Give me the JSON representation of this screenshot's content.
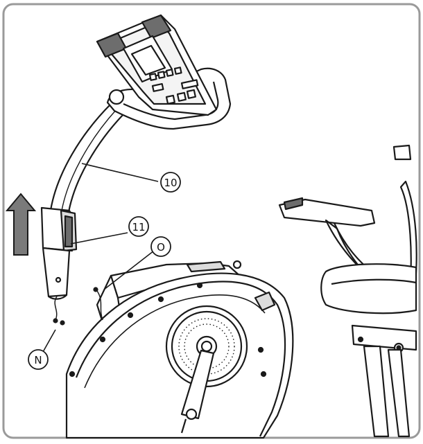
{
  "colors": {
    "border": "#9a9a9a",
    "line": "#1a1a1a",
    "light_fill": "#f4f4f4",
    "mid_fill": "#dcdcdc",
    "dark_fill": "#6d6d6d",
    "arrow_fill": "#7a7a7a"
  },
  "callouts": [
    {
      "id": "10",
      "label": "10"
    },
    {
      "id": "11",
      "label": "11"
    },
    {
      "id": "O",
      "label": "O"
    },
    {
      "id": "N",
      "label": "N"
    }
  ]
}
